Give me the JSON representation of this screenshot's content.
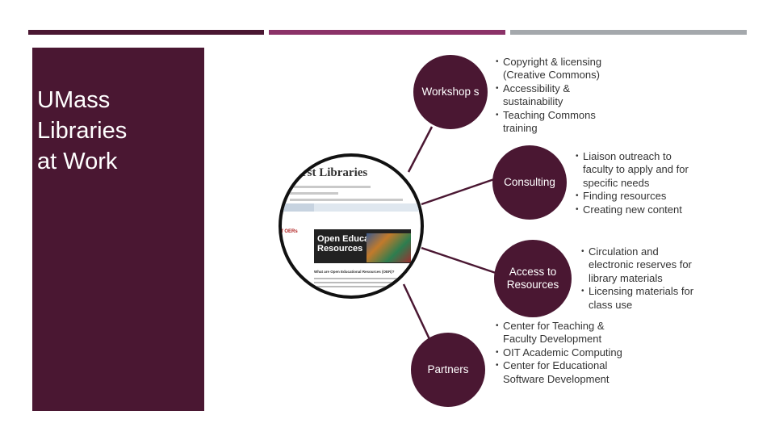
{
  "colors": {
    "primary": "#4a1732",
    "accent": "#8b3268",
    "gray": "#a4a8ac",
    "connector": "#4a1732"
  },
  "header_bars": [
    "primary",
    "accent",
    "gray"
  ],
  "panel": {
    "title_lines": [
      "UMass",
      "Libraries",
      "at Work"
    ]
  },
  "hub_screenshot": {
    "logo_text": "herst Libraries",
    "banner_text": "Open Educational Resources",
    "question_text": "What are Open Educational Resources (OER)?",
    "side_text": "of OERs"
  },
  "nodes": [
    {
      "id": "workshops",
      "label": "Workshop s",
      "bullets": [
        "Copyright & licensing (Creative Commons)",
        "Accessibility & sustainability",
        "Teaching Commons training"
      ]
    },
    {
      "id": "consulting",
      "label": "Consulting",
      "bullets": [
        "Liaison outreach to faculty to apply and for specific needs",
        "Finding resources",
        "Creating new content"
      ]
    },
    {
      "id": "access",
      "label": "Access to Resources",
      "bullets": [
        "Circulation and electronic reserves for library materials",
        "Licensing materials for class use"
      ]
    },
    {
      "id": "partners",
      "label": "Partners",
      "bullets": [
        "Center for Teaching & Faculty Development",
        "OIT Academic Computing",
        "Center for Educational Software Development"
      ]
    }
  ]
}
